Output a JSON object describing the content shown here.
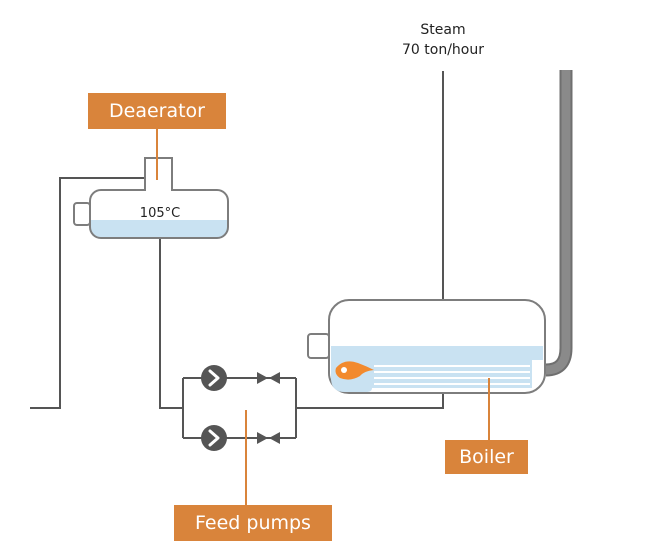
{
  "labels": {
    "deaerator": "Deaerator",
    "boiler": "Boiler",
    "feed_pumps": "Feed pumps"
  },
  "steam": {
    "title": "Steam",
    "rate": "70 ton/hour"
  },
  "deaerator_temperature": "105°C",
  "colors": {
    "label_fill": "#d9843b",
    "pipe": "#555555",
    "water": "#c9e2f2",
    "vessel_outline": "#7d7d7d",
    "flame": "#f28a2e"
  }
}
